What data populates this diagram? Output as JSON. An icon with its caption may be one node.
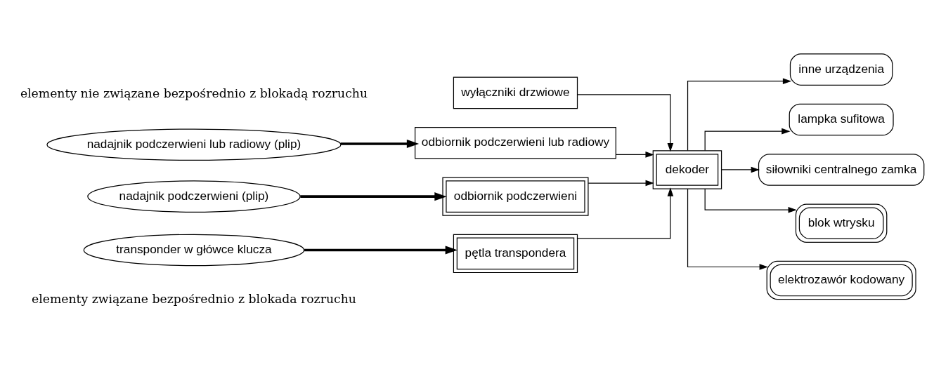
{
  "diagram": {
    "nodes": [
      {
        "text": [
          "nadajnik podczerwieni lub radiowy (plip)"
        ]
      },
      {
        "text": [
          "wyłączniki drzwiowe"
        ]
      },
      {
        "text": [
          "odbiornik podczerwieni lub radiowy"
        ]
      },
      {
        "text": [
          "inne urządzenia"
        ]
      },
      {
        "text": [
          "lampka sufitowa"
        ]
      },
      {
        "text": [
          "siłowniki centralnego zamka"
        ]
      },
      {
        "text": [
          "nadajnik podczerwieni (plip)"
        ]
      },
      {
        "text": [
          "odbiornik podczerwieni"
        ]
      },
      {
        "text": [
          "pętla transpondera"
        ]
      },
      {
        "text": [
          "transponder w główce klucza"
        ]
      },
      {
        "text": [
          "dekoder"
        ]
      },
      {
        "text": [
          "blok wtrysku"
        ]
      },
      {
        "text": [
          "elektrozawór kodowany"
        ]
      }
    ],
    "edges": [
      {
        "from": 0,
        "to": 2,
        "arrow": "to",
        "style": "thick"
      },
      {
        "from": 1,
        "to": 10,
        "arrow": "to"
      },
      {
        "from": 2,
        "to": 10,
        "arrow": "to"
      },
      {
        "from": 10,
        "to": 3,
        "arrow": "to"
      },
      {
        "from": 10,
        "to": 4,
        "arrow": "to"
      },
      {
        "from": 10,
        "to": 5,
        "arrow": "to"
      },
      {
        "from": 6,
        "to": 7,
        "arrow": "to",
        "style": "thick"
      },
      {
        "from": 9,
        "to": 8,
        "arrow": "to",
        "style": "thick"
      },
      {
        "from": 7,
        "to": 10,
        "arrow": "to"
      },
      {
        "from": 8,
        "to": 10,
        "arrow": "to"
      },
      {
        "from": 10,
        "to": 11,
        "arrow": "to"
      },
      {
        "from": 10,
        "to": 12,
        "arrow": "to"
      }
    ],
    "labels": [
      "elementy nie związane bezpośrednio z blokadą rozruchu",
      "elementy związane bezpośrednio z blokada rozruchu"
    ]
  }
}
